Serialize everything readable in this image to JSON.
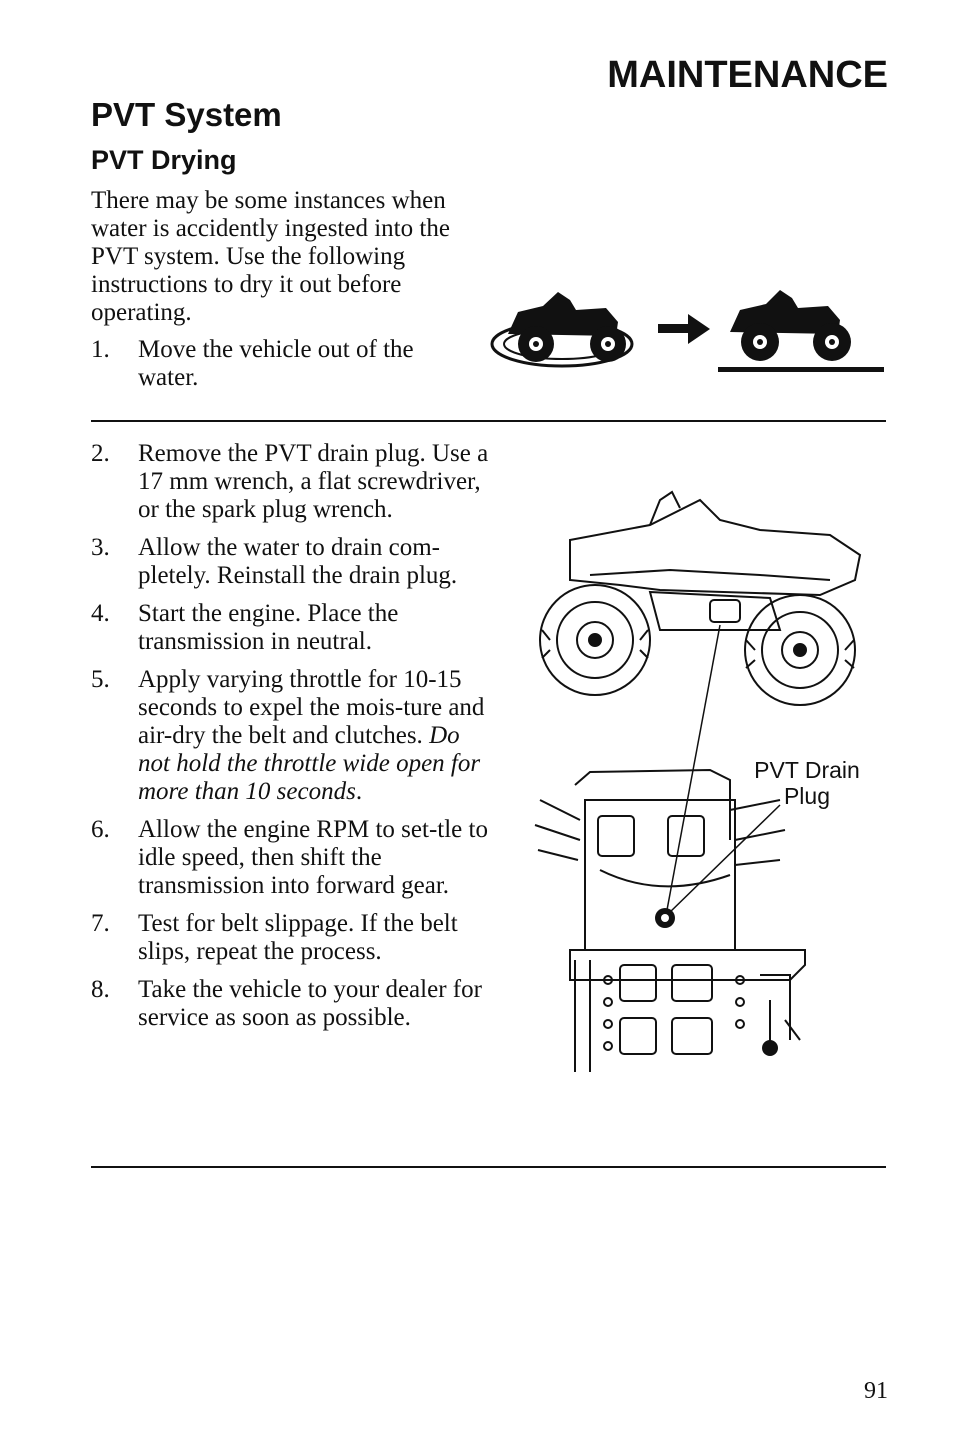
{
  "header": {
    "section": "MAINTENANCE"
  },
  "title": "PVT System",
  "subtitle": "PVT Drying",
  "intro": "There may be some instances when water is accidently ingested into the PVT system. Use the following instructions to dry it out before operating.",
  "steps_part1": [
    {
      "num": "1.",
      "text": "Move the vehicle out of the water."
    }
  ],
  "steps_part2": [
    {
      "num": "2.",
      "text": "Remove the PVT drain plug. Use a 17 mm wrench, a flat screwdriver, or the spark plug wrench."
    },
    {
      "num": "3.",
      "text": "Allow the water to drain com-pletely. Reinstall the drain plug."
    },
    {
      "num": "4.",
      "text": "Start the engine. Place the transmission in neutral."
    },
    {
      "num": "5.",
      "text": "Apply varying throttle for 10-15 seconds to expel the mois-ture and air-dry the belt and clutches. ",
      "emphasis": "Do not hold the throttle wide open for more than 10 seconds",
      "suffix": "."
    },
    {
      "num": "6.",
      "text": "Allow the engine RPM to set-tle to idle speed, then shift the transmission into forward gear."
    },
    {
      "num": "7.",
      "text": "Test for belt slippage. If the belt slips, repeat the process."
    },
    {
      "num": "8.",
      "text": "Take the vehicle to your dealer for service as soon as possible."
    }
  ],
  "figure_label": "PVT Drain Plug",
  "page_number": "91"
}
